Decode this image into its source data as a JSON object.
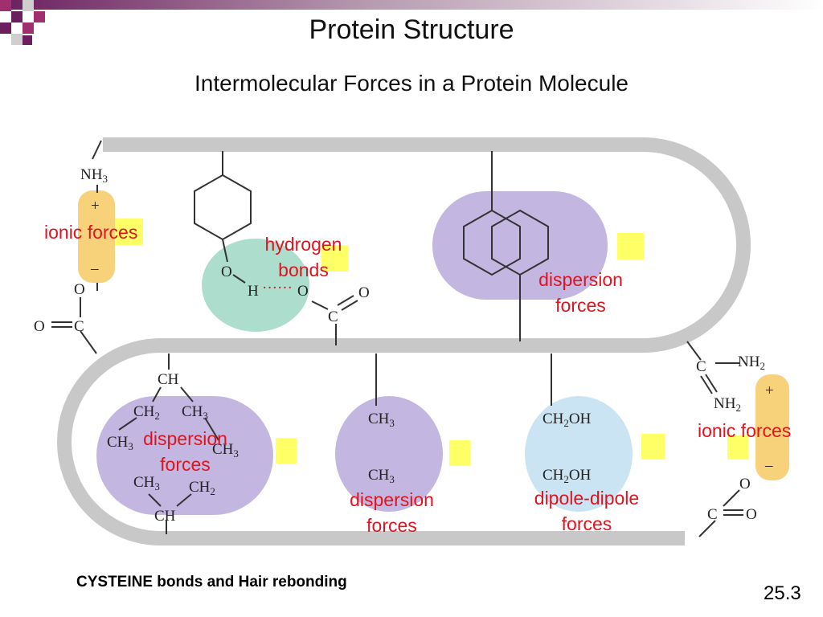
{
  "title": "Protein Structure",
  "subtitle": "Intermolecular Forces in a Protein Molecule",
  "labels": {
    "ionic_left": "ionic forces",
    "hydrogen_1": "hydrogen",
    "hydrogen_2": "bonds",
    "dispersion_top_1": "dispersion",
    "dispersion_top_2": "forces",
    "ionic_right": "ionic forces",
    "dispersion_left_1": "dispersion",
    "dispersion_left_2": "forces",
    "dispersion_mid_1": "dispersion",
    "dispersion_mid_2": "forces",
    "dipole_1": "dipole-dipole",
    "dipole_2": "forces"
  },
  "chem": {
    "nh3": "NH",
    "sub3": "3",
    "plus": "+",
    "minus": "–",
    "o": "O",
    "c": "C",
    "h": "H",
    "ch": "CH",
    "ch2": "CH",
    "ch3": "CH",
    "ch2oh_a": "CH",
    "oh": "OH",
    "nh2": "NH",
    "sub2": "2",
    "dots": "······"
  },
  "footer": "CYSTEINE bonds and Hair rebonding",
  "page_number": "25.3",
  "colors": {
    "label": "#e0141f",
    "highlight": "#ffff66",
    "backbone": "#c8c8c8",
    "purple_blob": "#b9a9dc",
    "green_blob": "#9fd8c4",
    "blue_blob": "#c7e3f2",
    "charge_bar": "#f7d27a",
    "title_bar_dark": "#6b1f5e"
  }
}
